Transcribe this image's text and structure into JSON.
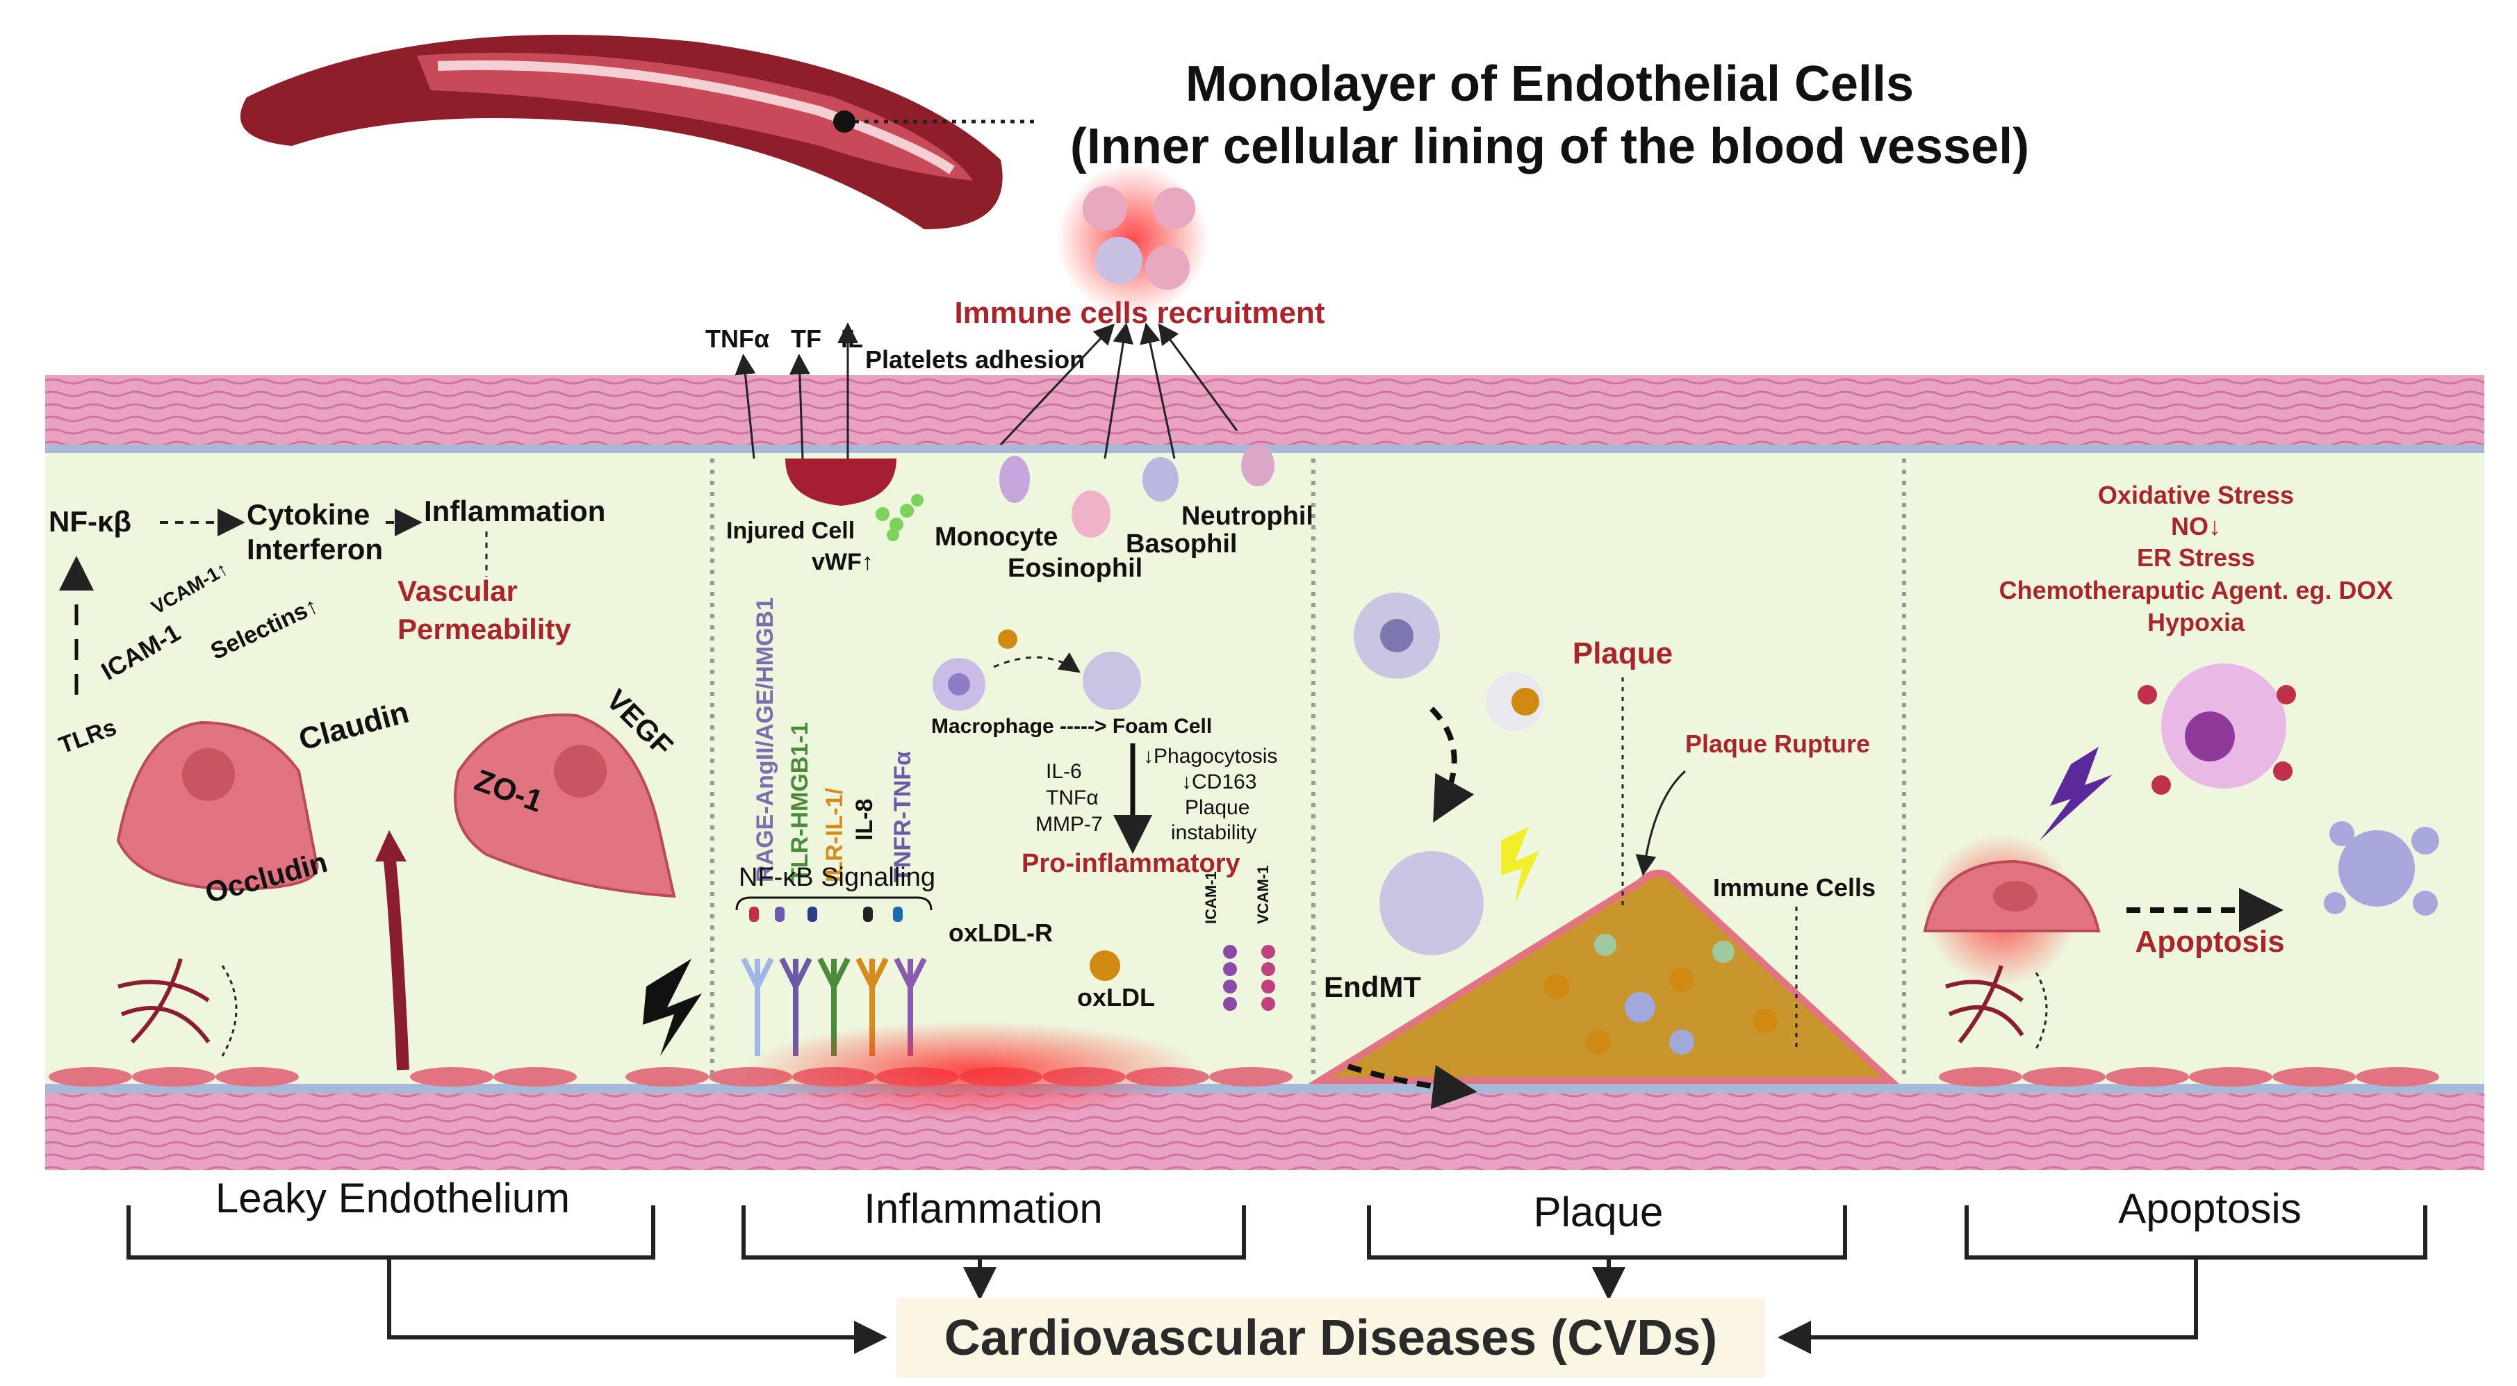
{
  "header": {
    "title_line1": "Monolayer of Endothelial Cells",
    "title_line2": "(Inner cellular lining of the blood vessel)"
  },
  "top_labels": {
    "immune_recruitment": "Immune cells recruitment",
    "tnfa": "TNFα",
    "tf": "TF",
    "il": "IL",
    "platelets": "Platelets adhesion"
  },
  "leaky": {
    "nfkb": "NF-κβ",
    "cytokine": "Cytokine",
    "interferon": "Interferon",
    "inflammation": "Inflammation",
    "vascular": "Vascular",
    "permeability": "Permeability",
    "vcam": "VCAM-1↑",
    "icam": "ICAM-1",
    "selectins": "Selectins↑",
    "tlrs": "TLRs",
    "claudin": "Claudin",
    "zo1": "ZO-1",
    "vegf": "VEGF",
    "occludin": "Occludin"
  },
  "inflammation": {
    "injured_cell": "Injured Cell",
    "vwf": "vWF↑",
    "monocyte": "Monocyte",
    "eosinophil": "Eosinophil",
    "basophil": "Basophil",
    "neutrophil": "Neutrophil",
    "receptor1": "RAGE-AngII/AGE/HMGB1",
    "receptor2": "TLR-HMGB1-1",
    "receptor3": "ILR-IL-1/",
    "receptor3b": "IL-8",
    "receptor4": "TNFR-TNFα",
    "macrophage": "Macrophage -----> Foam Cell",
    "il6": "IL-6",
    "tnfa2": "TNFα",
    "mmp7": "MMP-7",
    "phago": "↓Phagocytosis",
    "cd163": "↓CD163",
    "plaque_word": "Plaque",
    "instability": "instability",
    "pro_inflam": "Pro-inflammatory",
    "nfkb_signal": "NF-κB Signalling",
    "oxldlr": "oxLDL-R",
    "oxldl": "oxLDL",
    "icam1": "ICAM-1",
    "vcam1": "VCAM-1"
  },
  "plaque": {
    "plaque": "Plaque",
    "rupture": "Plaque Rupture",
    "immune_cells": "Immune Cells",
    "endmt": "EndMT"
  },
  "apoptosis": {
    "oxidative": "Oxidative Stress",
    "no": "NO↓",
    "er": "ER Stress",
    "chemo": "Chemotheraputic Agent. eg. DOX",
    "hypoxia": "Hypoxia",
    "apoptosis": "Apoptosis"
  },
  "bottom": {
    "leaky": "Leaky Endothelium",
    "inflammation": "Inflammation",
    "plaque": "Plaque",
    "apoptosis": "Apoptosis",
    "cvd": "Cardiovascular Diseases (CVDs)"
  },
  "colors": {
    "wall": "#e9a3c3",
    "wall_stripe": "#d47aa6",
    "lumen": "#eef6de",
    "cell": "#e27380",
    "text_red": "#a8262b",
    "plaque": "#c9962e"
  }
}
